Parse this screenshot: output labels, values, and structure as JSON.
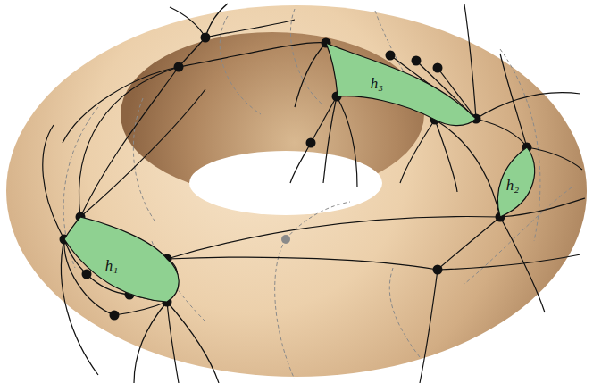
{
  "diagram": {
    "nodes": [
      {
        "text": [
          "h₁"
        ]
      },
      {
        "text": [
          "h₂"
        ]
      },
      {
        "text": [
          "h₃"
        ]
      }
    ]
  }
}
